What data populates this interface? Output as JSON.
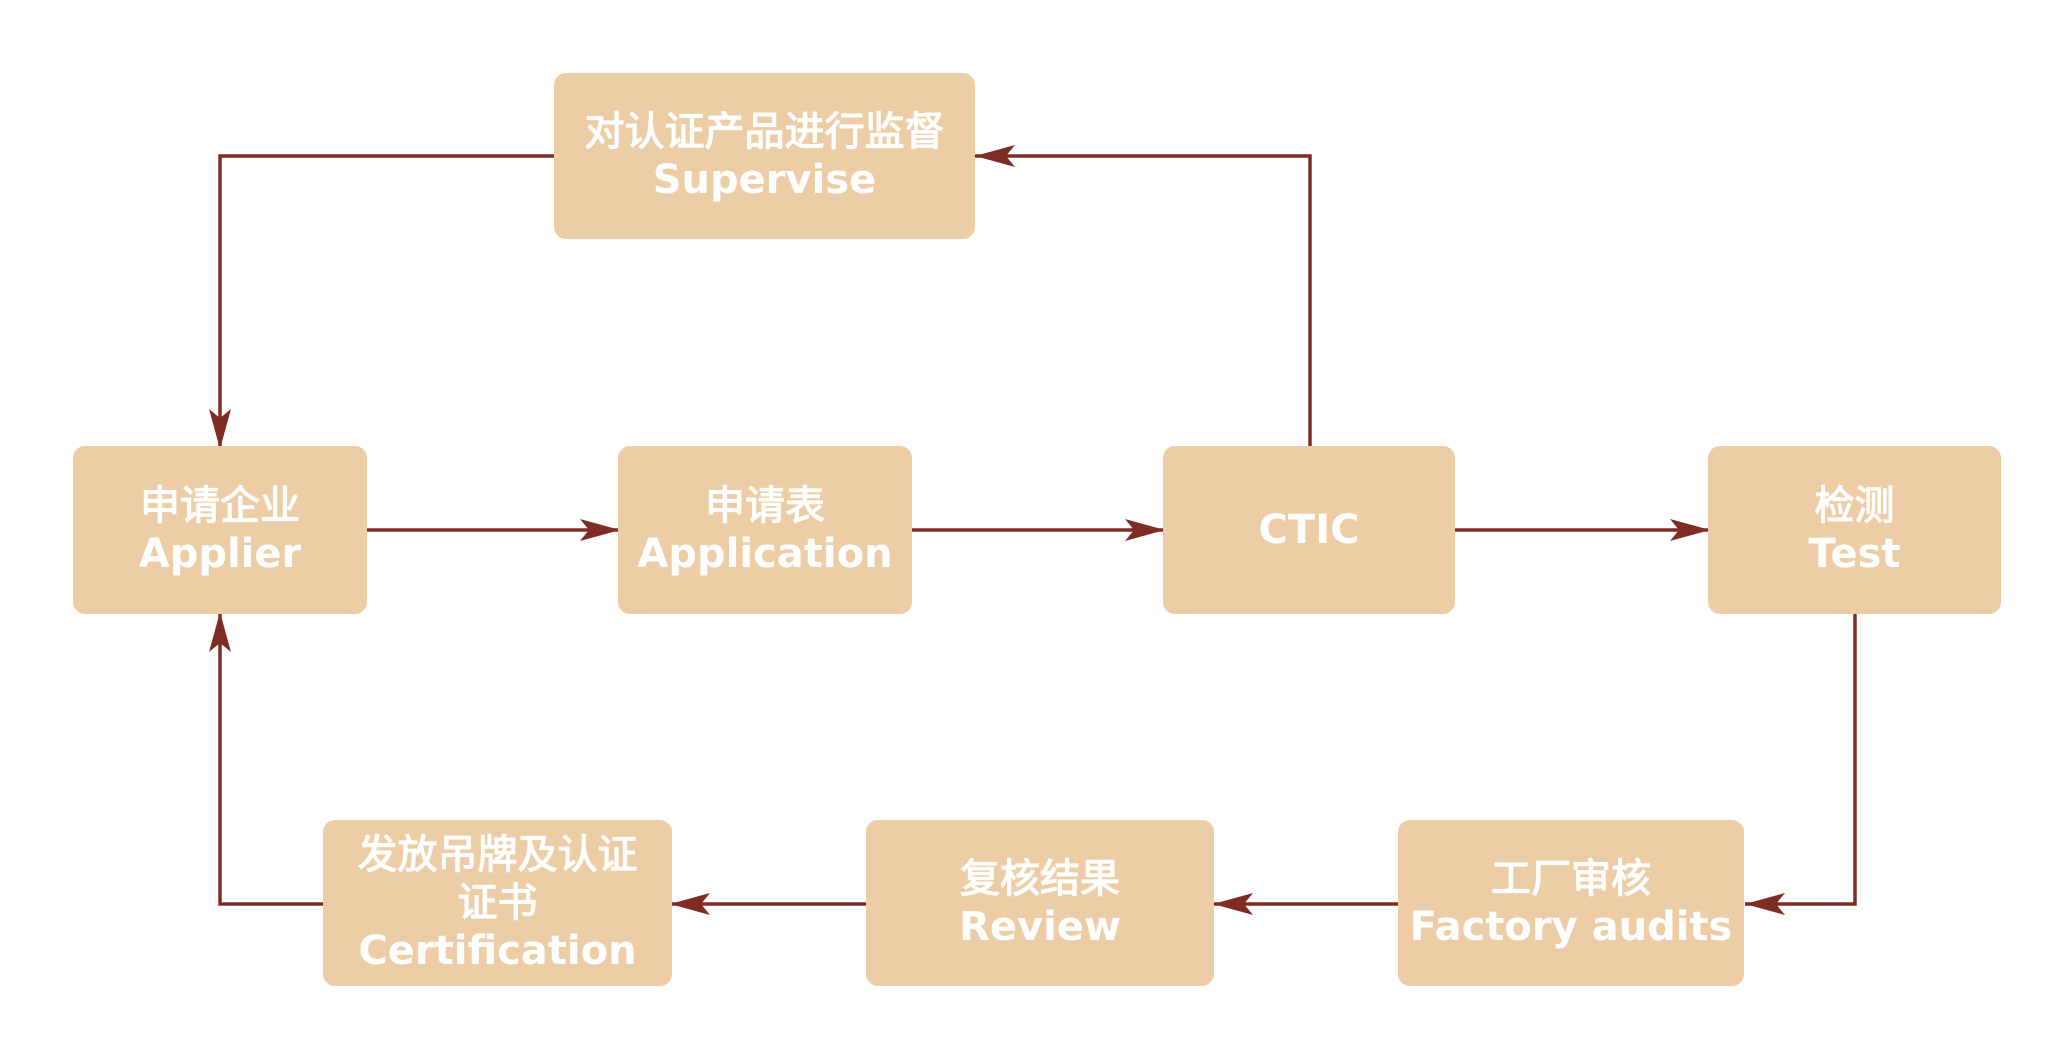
{
  "colors": {
    "node_fill": "#edcda5",
    "node_text": "#ffffff",
    "connector": "#7f2c25",
    "background": "#ffffff"
  },
  "nodes": {
    "supervise": {
      "zh": "对认证产品进行监督",
      "en": "Supervise"
    },
    "applier": {
      "zh": "申请企业",
      "en": "Applier"
    },
    "application": {
      "zh": "申请表",
      "en": "Application"
    },
    "ctic": {
      "en": "CTIC"
    },
    "test": {
      "zh": "检测",
      "en": "Test"
    },
    "factory_audits": {
      "zh": "工厂审核",
      "en": "Factory audits"
    },
    "review": {
      "zh": "复核结果",
      "en": "Review"
    },
    "certification": {
      "zh_line1": "发放吊牌及认证",
      "zh_line2": "证书",
      "en": "Certification"
    }
  }
}
